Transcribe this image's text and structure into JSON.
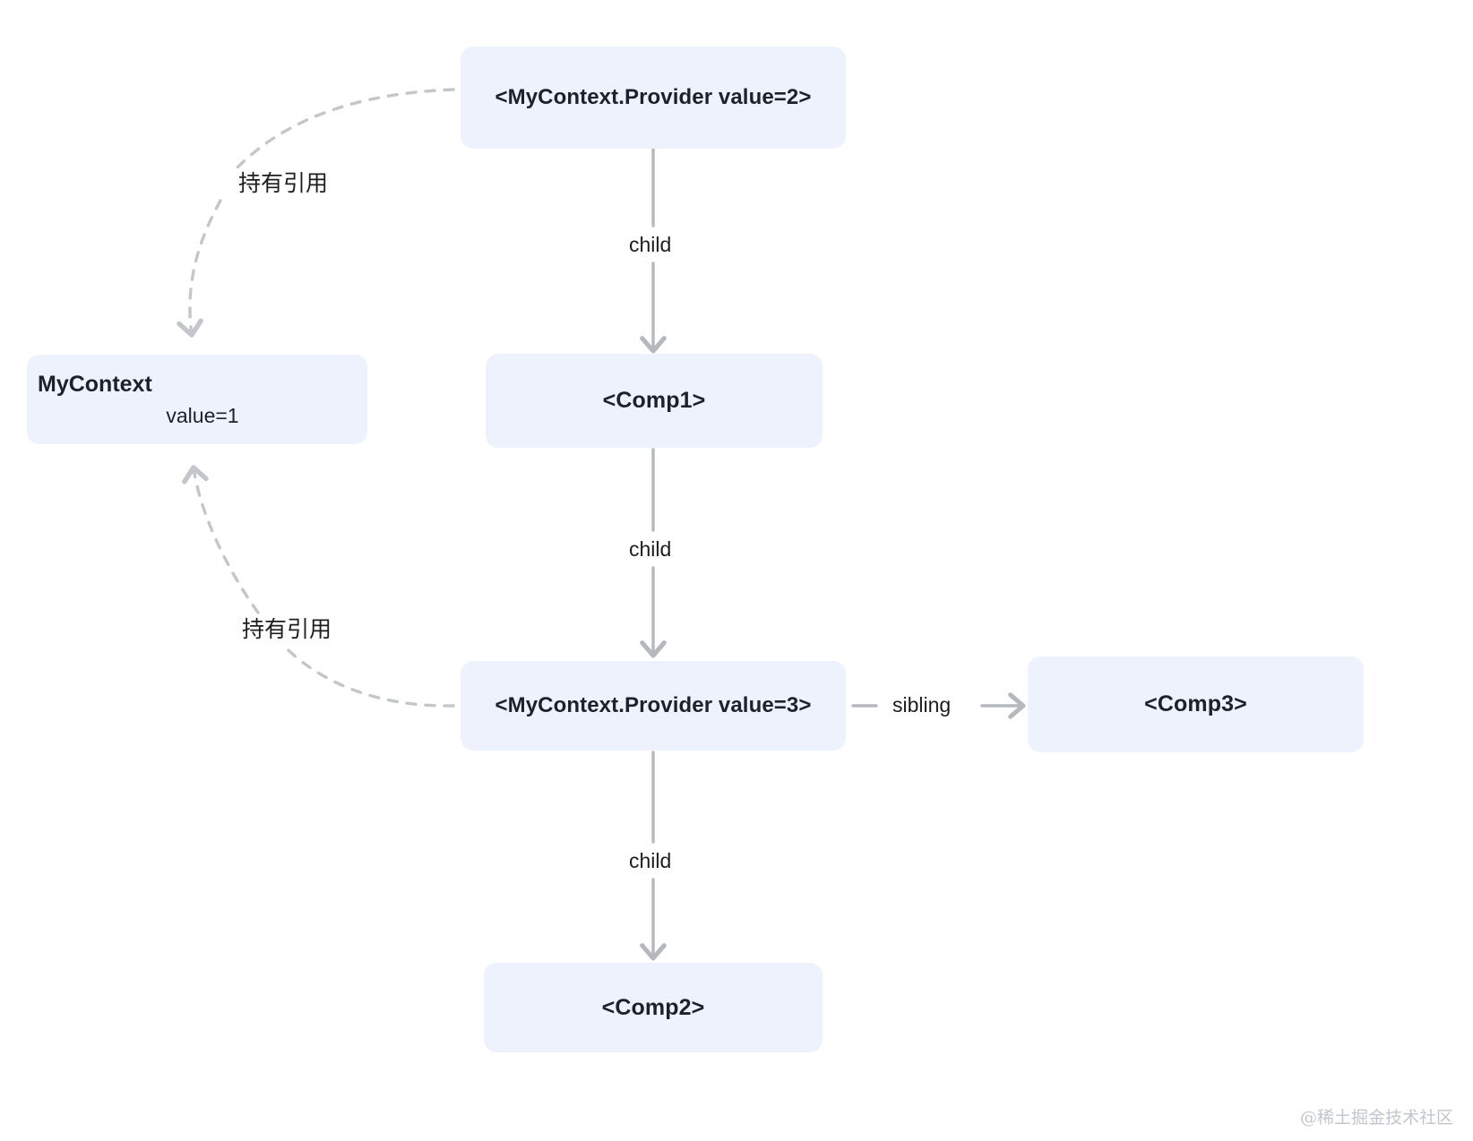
{
  "diagram": {
    "title_text": "React Context provider hierarchy diagram",
    "colors": {
      "node_fill": "#eef2fc",
      "node_text": "#1d2129",
      "solid_edge": "#b5b8bd",
      "dashed_edge": "#c3c6cb",
      "background": "#ffffff",
      "watermark": "#c2c6cc"
    },
    "nodes": {
      "provider2": {
        "label": "<MyContext.Provider value=2>"
      },
      "context": {
        "title": "MyContext",
        "value": "value=1"
      },
      "comp1": {
        "label": "<Comp1>"
      },
      "provider3": {
        "label": "<MyContext.Provider value=3>"
      },
      "comp3": {
        "label": "<Comp3>"
      },
      "comp2": {
        "label": "<Comp2>"
      }
    },
    "edges": {
      "ref_top": "持有引用",
      "child_1": "child",
      "child_2": "child",
      "ref_bottom": "持有引用",
      "sibling": "sibling",
      "child_3": "child"
    }
  },
  "watermark": {
    "text": "@稀土掘金技术社区"
  }
}
